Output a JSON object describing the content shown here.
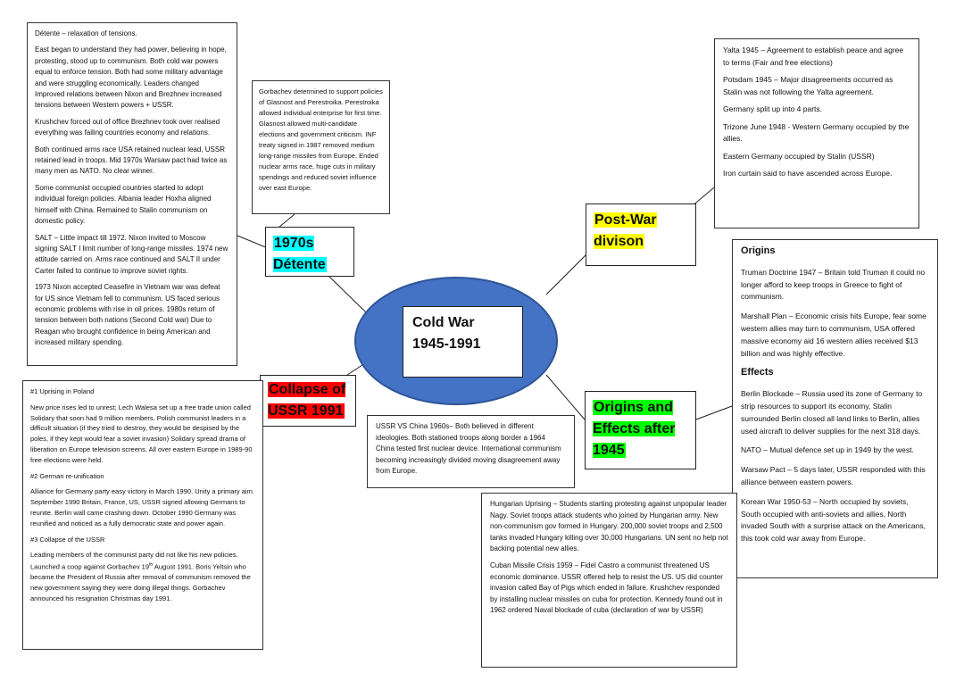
{
  "center": {
    "title": "Cold War 1945-1991"
  },
  "labels": {
    "detente": "1970s Détente",
    "postwar": "Post-War divison",
    "collapse": "Collapse of USSR 1991",
    "origins_effects": "Origins and Effects after 1945"
  },
  "colors": {
    "ellipse_fill": "#4472c4",
    "detente": "#00ffff",
    "postwar": "#ffff00",
    "collapse": "#ff0000",
    "origins_effects": "#00ff00"
  },
  "detente_box": {
    "paragraphs": [
      "Détente – relaxation of tensions.",
      "East began to understand they had power, believing in hope, protesting, stood up to communism. Both cold war powers equal to enforce tension. Both had some military advantage and were struggling economically. Leaders changed Improved relations between Nixon and Brezhnev increased tensions between Western powers + USSR.",
      "Krushchev forced out of office Brezhnev took over realised everything was failing countries economy and relations.",
      "Both continued arms race USA retained nuclear lead, USSR retained lead in troops. Mid 1970s Warsaw pact had twice as many men as NATO. No clear winner.",
      "Some communist occupied countries started to adopt individual foreign policies. Albania leader Hoxha aligned himself with China. Remained to Stalin communism on domestic policy.",
      "SALT – Little impact till 1972. Nixon invited to Moscow signing SALT I limit number of long-range missiles. 1974 new attitude carried on. Arms race continued and SALT II under Carter failed to continue to improve soviet rights.",
      "1973 Nixon accepted Ceasefire in Vietnam war was defeat for US since Vietnam fell to communism. US faced serious economic problems with rise in oil prices. 1980s return of tension between both nations (Second Cold war) Due to Reagan who brought confidence in being American and increased military spending."
    ]
  },
  "gorbachev_box": {
    "text": "Gorbachev determined to support policies of Glasnost and Perestroika. Perestroika allowed individual enterprise for first time. Glasnost allowed multi-candidate elections and government criticism. INF treaty signed in 1987 removed medium long-range missiles from Europe. Ended nuclear arms race, huge cuts in military spendings and reduced soviet influence over east Europe."
  },
  "postwar_box": {
    "paragraphs": [
      "Yalta 1945 – Agreement to establish peace and agree to terms (Fair and free elections)",
      "Potsdam 1945 – Major disagreements occurred as Stalin was not following the Yalta agreement.",
      "Germany split up into 4 parts.",
      "Trizone June 1948 - Western Germany occupied by the allies.",
      "Eastern Germany occupied by Stalin (USSR)",
      "Iron curtain said to have ascended across Europe."
    ]
  },
  "origins_box": {
    "heading_origins": "Origins",
    "origins": [
      "Truman Doctrine 1947 – Britain told Truman it could no longer afford to keep troops in Greece to fight of communism.",
      "Marshall Plan – Economic crisis hits Europe, fear some western allies may turn to communism, USA offered massive economy aid 16 western allies received $13 billion and was highly effective."
    ],
    "heading_effects": "Effects",
    "effects": [
      "Berlin Blockade – Russia used its zone of Germany to strip resources to support its economy, Stalin surrounded Berlin closed all land links to Berlin, allies used aircraft to deliver supplies for the next 318 days.",
      "NATO – Mutual defence set up in 1949 by the west.",
      "Warsaw Pact – 5 days later, USSR responded with this alliance between eastern powers.",
      "Korean War 1950-53 – North occupied by soviets, South occupied with anti-soviets and allies, North invaded South with a surprise attack on the Americans, this took cold war away from Europe."
    ]
  },
  "collapse_box": {
    "p1_title": "#1 Uprising in Poland",
    "p1": "New price rises led to unrest; Lech Walesa set up a free trade union called Solidary that soon had 9 million members. Polish communist leaders in a difficult situation (if they tried to destroy, they would be despised by the poles, if they kept would fear a soviet invasion) Solidary spread drama of liberation on Europe television screens. All over eastern Europe in 1989-90 free elections were held.",
    "p2_title": "#2 German re-unification",
    "p2": "Alliance for Germany party easy victory in March 1990. Unity a primary aim. September 1990 Britain, France, US, USSR signed allowing Germans to reunite. Berlin wall came crashing down. October 1990 Germany was reunified and noticed as a fully democratic state and power again.",
    "p3_title": "#3 Collapse of the USSR",
    "p3_a": "Leading members of the communist party did not like his new policies. Launched a coop against Gorbachev 19",
    "p3_sup": "th",
    "p3_b": " August 1991. Boris Yeltsin who became the President of Russia after removal of communism removed the new government saying they were doing illegal things. Gorbachev announced his resignation Christmas day 1991."
  },
  "china_box": {
    "text": "USSR VS China 1960s– Both believed in different ideologies. Both stationed troops along border a 1964 China tested first nuclear device. International communism becoming increasingly divided moving disagreement away from Europe."
  },
  "hungary_box": {
    "paragraphs": [
      "Hungarian Uprising – Students starting protesting against unpopular leader Nagy. Soviet troops attack students who joined by Hungarian army. New non-communism gov formed in Hungary. 200,000 soviet troops and 2,500 tanks invaded Hungary killing over 30,000 Hungarians. UN sent no help not backing potential new allies.",
      "Cuban Missile Crisis 1959 – Fidel Castro a communist threatened US economic dominance. USSR offered help to resist the US. US did counter invasion called Bay of Pigs which ended in failure. Krushchev responded by installing nuclear missiles on cuba for protection. Kennedy found out in 1962 ordered Naval blockade of cuba (declaration of war by USSR)"
    ]
  }
}
